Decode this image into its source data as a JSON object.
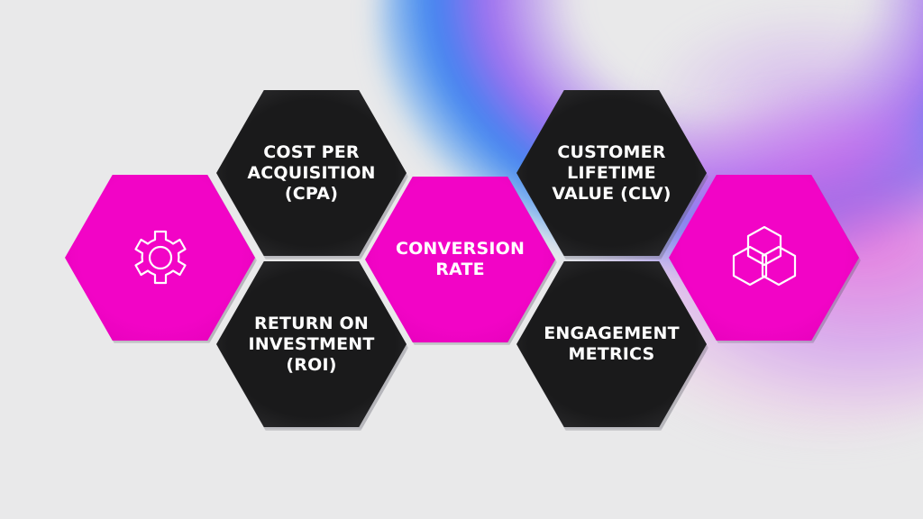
{
  "colors": {
    "accent_pink": "#f204c6",
    "tile_black": "#1a1a1b",
    "background": "#e9e9ea",
    "text": "#ffffff"
  },
  "tiles": [
    {
      "id": "gear",
      "type": "icon",
      "icon": "gear-icon",
      "color": "pink"
    },
    {
      "id": "cpa",
      "type": "text",
      "label": "COST PER\nACQUISITION\n(CPA)",
      "color": "black"
    },
    {
      "id": "roi",
      "type": "text",
      "label": "RETURN ON\nINVESTMENT\n(ROI)",
      "color": "black"
    },
    {
      "id": "conversion",
      "type": "text",
      "label": "CONVERSION\nRATE",
      "color": "pink"
    },
    {
      "id": "clv",
      "type": "text",
      "label": "CUSTOMER\nLIFETIME\nVALUE (CLV)",
      "color": "black"
    },
    {
      "id": "engagement",
      "type": "text",
      "label": "ENGAGEMENT\nMETRICS",
      "color": "black"
    },
    {
      "id": "hexagons",
      "type": "icon",
      "icon": "overlapping-hexagons-icon",
      "color": "pink"
    }
  ]
}
